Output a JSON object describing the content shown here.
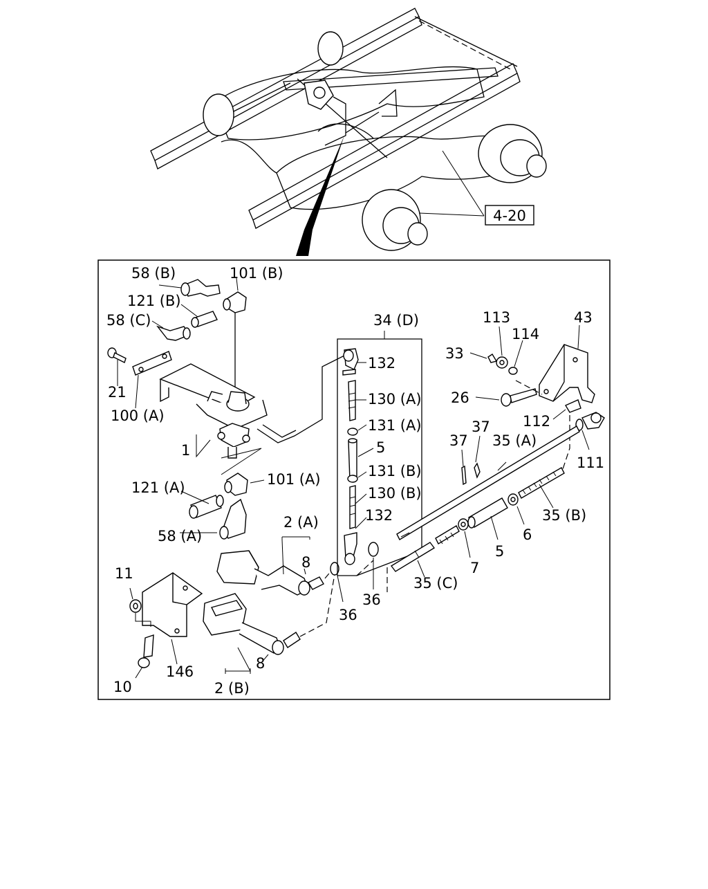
{
  "diagram": {
    "reference_box": "4-20",
    "detail_group": "34 (D)",
    "labels": {
      "l58b": "58 (B)",
      "l101b": "101 (B)",
      "l121b": "121 (B)",
      "l58c": "58 (C)",
      "l21": "21",
      "l100a": "100 (A)",
      "l1": "1",
      "l121a": "121 (A)",
      "l101a": "101 (A)",
      "l58a": "58 (A)",
      "l2a": "2 (A)",
      "l8a": "8",
      "l11": "11",
      "l10": "10",
      "l146": "146",
      "l2b": "2 (B)",
      "l8b": "8",
      "l36a": "36",
      "l132a": "132",
      "l130a": "130 (A)",
      "l131a": "131 (A)",
      "l5a": "5",
      "l131b": "131 (B)",
      "l130b": "130 (B)",
      "l132b": "132",
      "l36b": "36",
      "l113": "113",
      "l114": "114",
      "l43": "43",
      "l33": "33",
      "l26": "26",
      "l112": "112",
      "l111": "111",
      "l37a": "37",
      "l37b": "37",
      "l35a": "35 (A)",
      "l35b": "35 (B)",
      "l6": "6",
      "l5b": "5",
      "l7": "7",
      "l35c": "35 (C)"
    }
  }
}
